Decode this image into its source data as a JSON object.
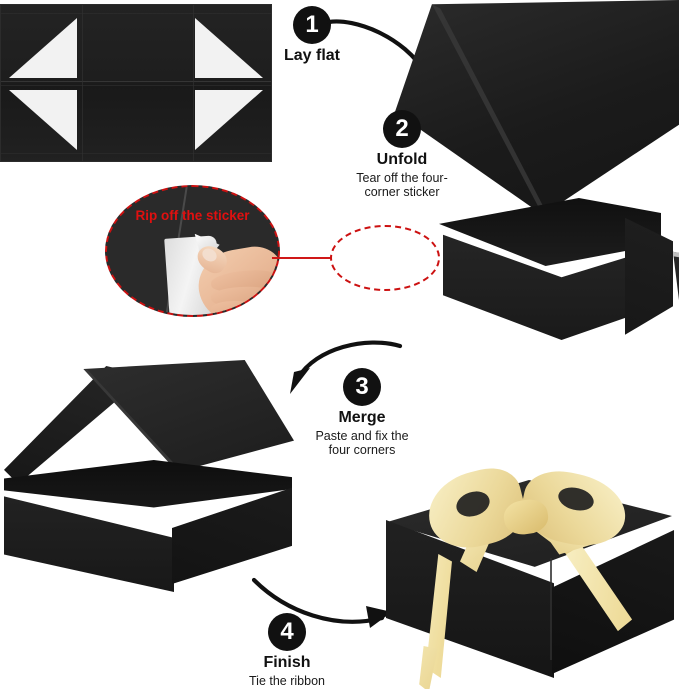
{
  "page": {
    "kind": "product-instruction-infographic",
    "subject": "magnetic gift box assembly",
    "background_color": "#ffffff"
  },
  "palette": {
    "box_black": "#1d1d1d",
    "sticker_white": "#f2f2f2",
    "badge_black": "#111111",
    "badge_text": "#ffffff",
    "callout_red": "#cc1111",
    "ribbon_cream": "#efdd9d",
    "skin": "#e8b796"
  },
  "steps": [
    {
      "number": "1",
      "title": "Lay flat",
      "subtitle": "",
      "illustration": "flat-collapsed-box-with-four-corner-stickers"
    },
    {
      "number": "2",
      "title": "Unfold",
      "subtitle": "Tear off the four-corner sticker",
      "subtitle_line1": "Tear off the four-",
      "subtitle_line2": "corner sticker",
      "illustration": "open-box-with-raised-lid-and-unfolded-flap"
    },
    {
      "number": "3",
      "title": "Merge",
      "subtitle": "Paste and fix the four corners",
      "subtitle_line1": "Paste and fix the",
      "subtitle_line2": "four corners",
      "illustration": "assembled-box-with-open-lid"
    },
    {
      "number": "4",
      "title": "Finish",
      "subtitle": "Tie the ribbon",
      "subtitle_line1": "Tie the ribbon",
      "subtitle_line2": "",
      "illustration": "closed-box-with-cream-satin-bow"
    }
  ],
  "callout": {
    "label": "Rip off the sticker",
    "label_color": "#e01010",
    "shape": "dashed-ellipse-magnifier",
    "detail": "hand-peeling-white-adhesive-sticker-from-black-panel",
    "target_shape": "dashed-ellipse",
    "leader": "horizontal-red-line"
  },
  "arrows": [
    {
      "name": "arrow-step1-to-step2",
      "from": "1",
      "to": "2",
      "direction": "down-right"
    },
    {
      "name": "arrow-step2-to-step3",
      "from": "2",
      "to": "3",
      "direction": "down-left"
    },
    {
      "name": "arrow-step3-to-step4",
      "from": "3",
      "to": "4",
      "direction": "down-right"
    }
  ]
}
